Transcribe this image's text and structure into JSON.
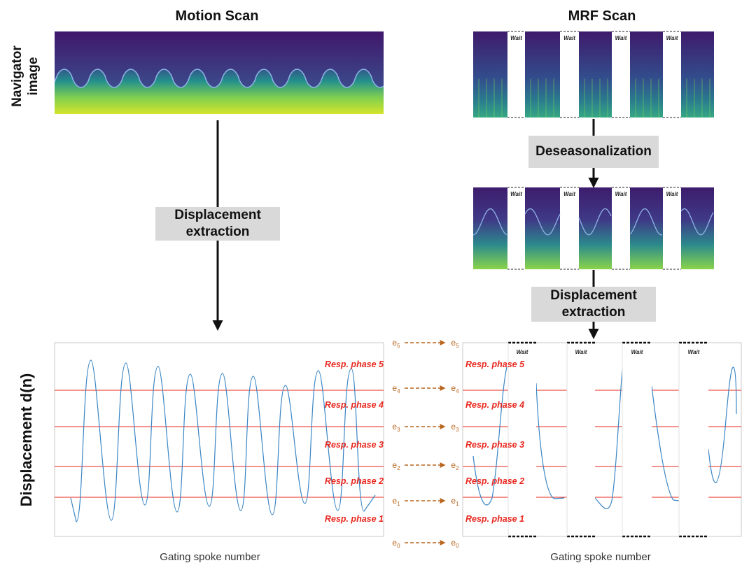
{
  "titles": {
    "motion": "Motion Scan",
    "mrf": "MRF Scan"
  },
  "side_labels": {
    "navigator_line1": "Navigator",
    "navigator_line2": "image",
    "displacement": "Displacement d(n)"
  },
  "boxes": {
    "displacement_left_line1": "Displacement",
    "displacement_left_line2": "extraction",
    "deseasonalization": "Deseasonalization",
    "displacement_right_line1": "Displacement",
    "displacement_right_line2": "extraction"
  },
  "x_axis_label": "Gating spoke number",
  "wait_label": "Wait",
  "thresholds": [
    {
      "base": "e",
      "sub": "5"
    },
    {
      "base": "e",
      "sub": "4"
    },
    {
      "base": "e",
      "sub": "3"
    },
    {
      "base": "e",
      "sub": "2"
    },
    {
      "base": "e",
      "sub": "1"
    },
    {
      "base": "e",
      "sub": "0"
    }
  ],
  "phases": [
    "Resp. phase 5",
    "Resp. phase 4",
    "Resp. phase 3",
    "Resp. phase 2",
    "Resp. phase 1"
  ],
  "colors": {
    "signal": "#3b86c4",
    "threshold": "#e8271e",
    "phase_text": "#e8271e",
    "mapping_arrow": "#b8651d",
    "box_fill": "#d9d9d9",
    "heatmap_low": "#3b1d6e",
    "heatmap_mid": "#21908c",
    "heatmap_high": "#d4e52a"
  }
}
